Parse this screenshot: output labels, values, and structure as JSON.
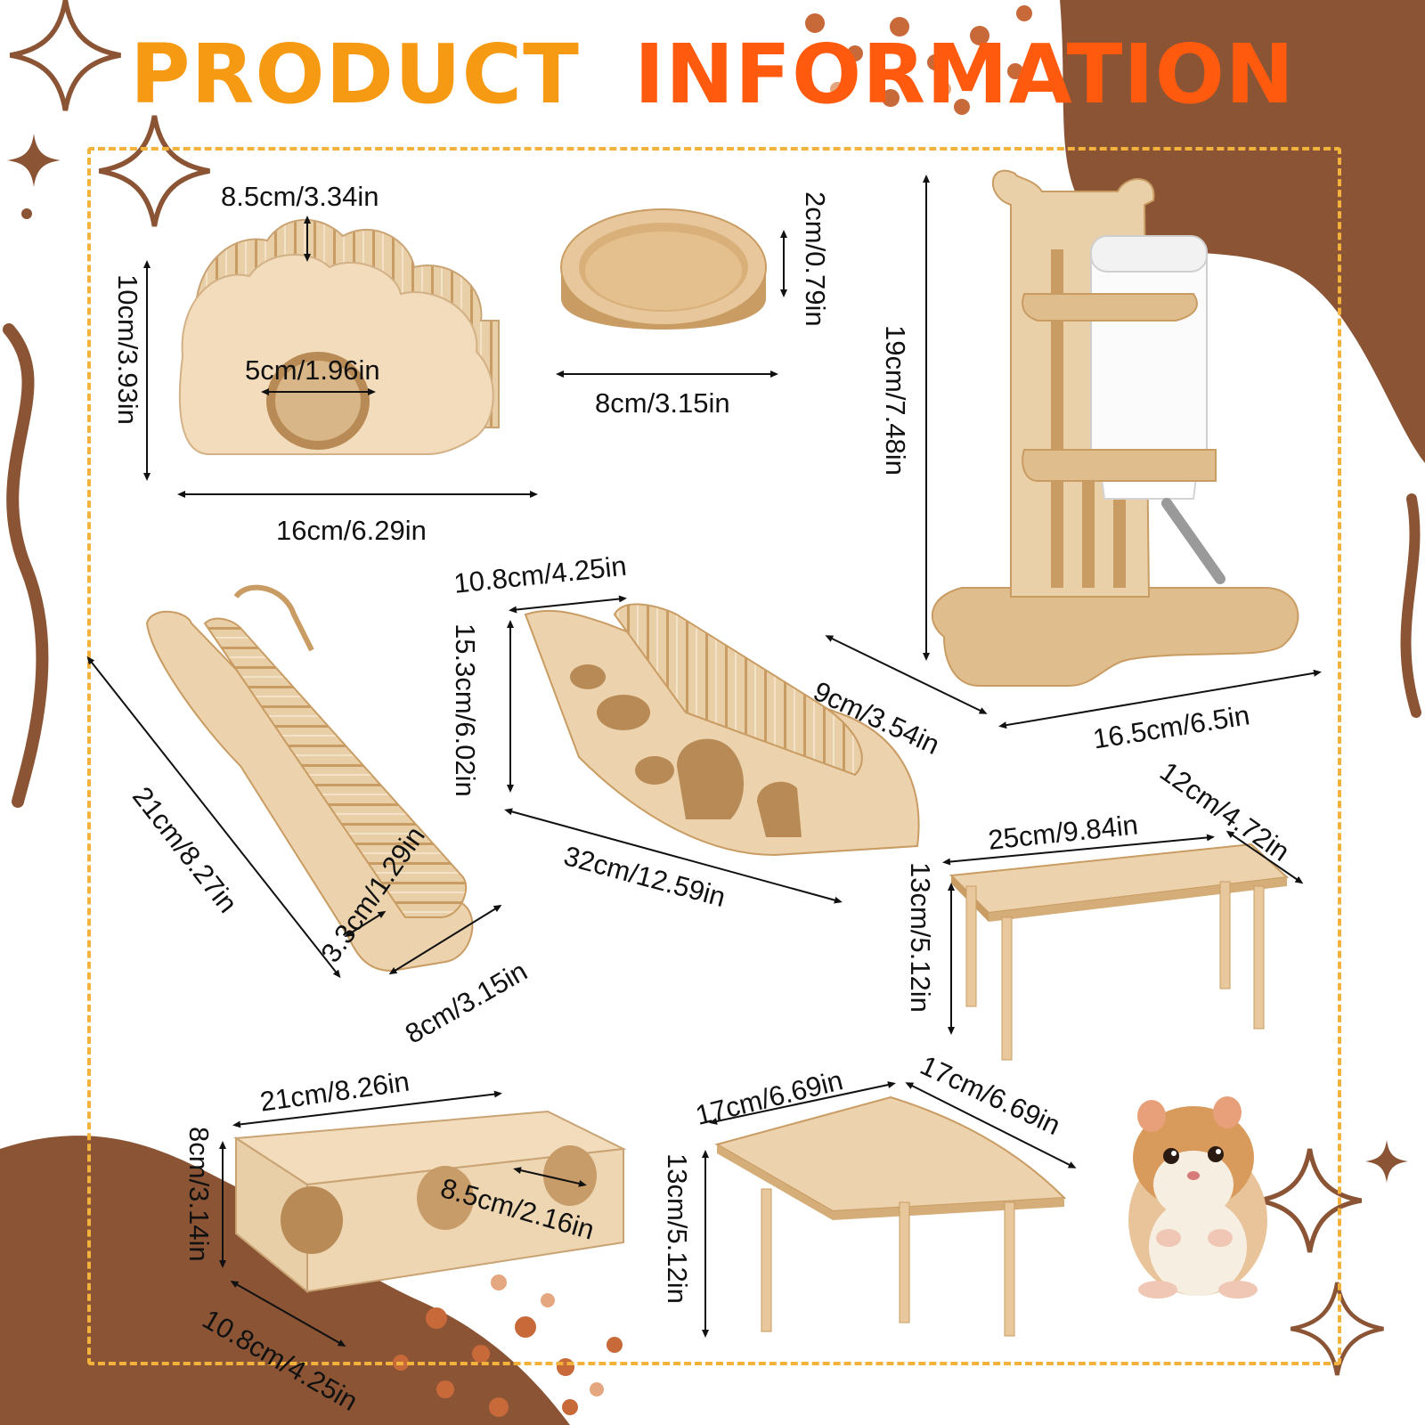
{
  "title": {
    "word1": "PRODUCT",
    "word2": "INFORMATION"
  },
  "colors": {
    "word1": "#f59a12",
    "word2": "#ff5a0e",
    "blob": "#8b5535",
    "wood": "#e7c79b",
    "wood_dark": "#c89a63",
    "frame": "#f3b23c",
    "dot": "#c8693a"
  },
  "products": {
    "cloud_house": {
      "depth": "8.5cm/3.34in",
      "height": "10cm/3.93in",
      "hole": "5cm/1.96in",
      "width": "16cm/6.29in"
    },
    "bowl": {
      "height": "2cm/0.79in",
      "width": "8cm/3.15in"
    },
    "bottle_stand": {
      "height": "19cm/7.48in",
      "depth": "9cm/3.54in",
      "width": "16.5cm/6.5in"
    },
    "ramp": {
      "length": "21cm/8.27in",
      "step": "3.3cm/1.29in",
      "width": "8cm/3.15in"
    },
    "climbing_house": {
      "depth": "10.8cm/4.25in",
      "height": "15.3cm/6.02in",
      "length": "32cm/12.59in"
    },
    "rect_table": {
      "length": "25cm/9.84in",
      "depth": "12cm/4.72in",
      "height": "13cm/5.12in"
    },
    "tunnel_house": {
      "length": "21cm/8.26in",
      "height": "8cm/3.14in",
      "hole": "8.5cm/2.16in",
      "depth": "10.8cm/4.25in"
    },
    "corner_table": {
      "side_a": "17cm/6.69in",
      "side_b": "17cm/6.69in",
      "height": "13cm/5.12in"
    }
  }
}
